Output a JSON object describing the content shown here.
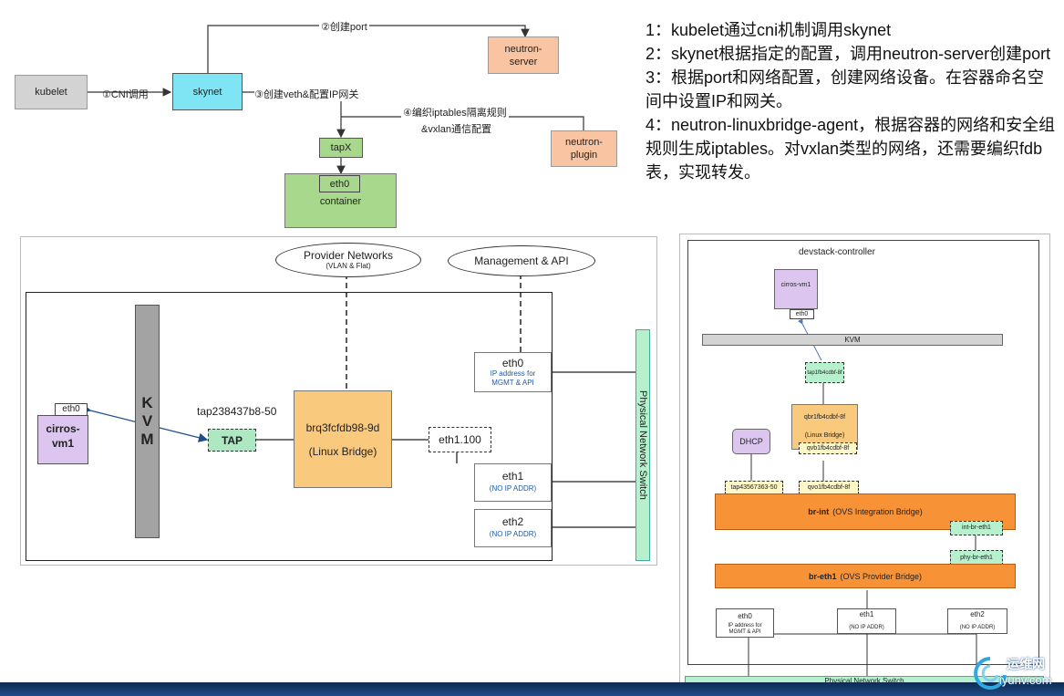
{
  "top": {
    "kubelet": "kubelet",
    "skynet": "skynet",
    "neutron_server": "neutron-\nserver",
    "neutron_plugin": "neutron-\nplugin",
    "tapx": "tapX",
    "eth0": "eth0",
    "container": "container",
    "step1": "①CNI调用",
    "step2": "②创建port",
    "step3": "③创建veth&配置IP网关",
    "step4a": "④编织iptables隔离规则",
    "step4b": "&vxlan通信配置"
  },
  "notes": [
    "1：kubelet通过cni机制调用skynet",
    "2：skynet根据指定的配置，调用neutron-server创建port",
    "3：根据port和网络配置，创建网络设备。在容器命名空间中设置IP和网关。",
    "4：neutron-linuxbridge-agent，根据容器的网络和安全组规则生成iptables。对vxlan类型的网络，还需要编织fdb表，实现转发。"
  ],
  "left_diagram": {
    "cloud_provider_title": "Provider Networks",
    "cloud_provider_sub": "(VLAN & Flat)",
    "cloud_mgmt": "Management & API",
    "kvm": "K\nV\nM",
    "vm_eth0": "eth0",
    "vm_name": "cirros-\nvm1",
    "tap_name": "tap238437b8-50",
    "tap": "TAP",
    "bridge_name": "brq3fcfdb98-9d",
    "bridge_type": "(Linux Bridge)",
    "eth1_100": "eth1.100",
    "eth0": "eth0",
    "eth0_sub": "IP address for\nMGMT & API",
    "eth1": "eth1",
    "eth1_sub": "(NO IP ADDR)",
    "eth2": "eth2",
    "eth2_sub": "(NO IP ADDR)",
    "switch": "Physical Network Switch"
  },
  "right_diagram": {
    "title": "devstack-controller",
    "vm": "cirros-vm1",
    "vm_eth0": "eth0",
    "kvm": "KVM",
    "tap": "tap1fb4cdbf-8f",
    "qbr": "qbr1fb4cdbf-8f",
    "qbr_type": "(Linux Bridge)",
    "qvb": "qvb1fb4cdbf-8f",
    "qvo": "qvo1fb4cdbf-8f",
    "dhcp": "DHCP",
    "dhcp_tap": "tap43567363-50",
    "brint": "br-int",
    "brint_type": "(OVS Integration Bridge)",
    "int_br": "int-br-eth1",
    "phy_br": "phy-br-eth1",
    "breth1": "br-eth1",
    "breth1_type": "(OVS Provider Bridge)",
    "eth0": "eth0",
    "eth0_sub": "IP address for\nMGMT & API",
    "eth1": "eth1",
    "eth1_sub": "(NO IP ADDR)",
    "eth2": "eth2",
    "eth2_sub": "(NO IP ADDR)",
    "switch": "Physical Network Switch"
  },
  "watermark": {
    "cn": "运维网",
    "url": "iyunv.com"
  },
  "colors": {
    "gray_box": "#d3d3d3",
    "cyan_box": "#7fe5f5",
    "salmon_box": "#f8c4a2",
    "green_box": "#a8d88b",
    "orange_bridge": "#f9c97e",
    "ovs_orange": "#f79236",
    "switch_green": "#b6f0cc",
    "vm_purple": "#dcc6f0",
    "tap_green": "#aee8c2"
  }
}
